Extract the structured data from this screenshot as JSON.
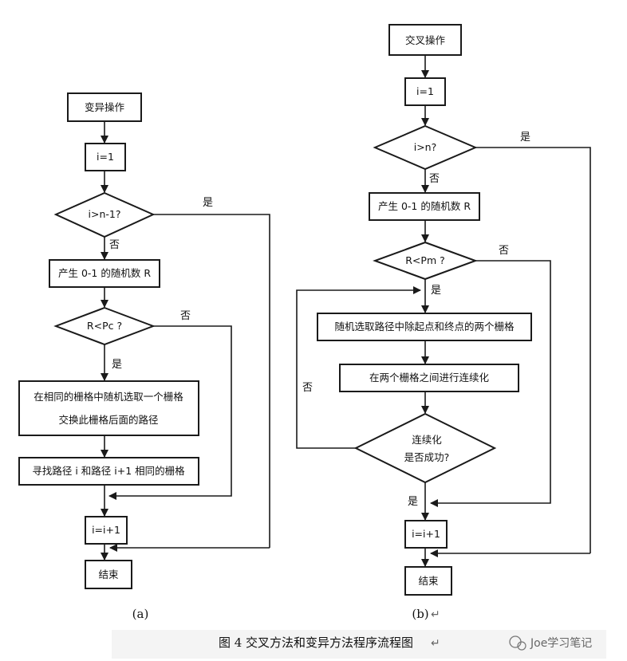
{
  "flow_a": {
    "start": "变异操作",
    "init": "i=1",
    "cond1": "i>n-1?",
    "rand": "产生 0-1 的随机数 R",
    "cond2": "R<Pc ?",
    "step1_line1": "在相同的栅格中随机选取一个栅格",
    "step1_line2": "交换此栅格后面的路径",
    "step2": "寻找路径 i 和路径 i+1 相同的栅格",
    "incr": "i=i+1",
    "end": "结束",
    "yes": "是",
    "no": "否",
    "label": "(a)"
  },
  "flow_b": {
    "start": "交叉操作",
    "init": "i=1",
    "cond1": "i>n?",
    "rand": "产生 0-1 的随机数 R",
    "cond2": "R<Pm ?",
    "step1": "随机选取路径中除起点和终点的两个栅格",
    "step2": "在两个栅格之间进行连续化",
    "cond3_line1": "连续化",
    "cond3_line2": "是否成功?",
    "incr": "i=i+1",
    "end": "结束",
    "yes": "是",
    "no": "否",
    "label": "(b)"
  },
  "caption": "图 4  交叉方法和变异方法程序流程图",
  "watermark": "Joe学习笔记"
}
